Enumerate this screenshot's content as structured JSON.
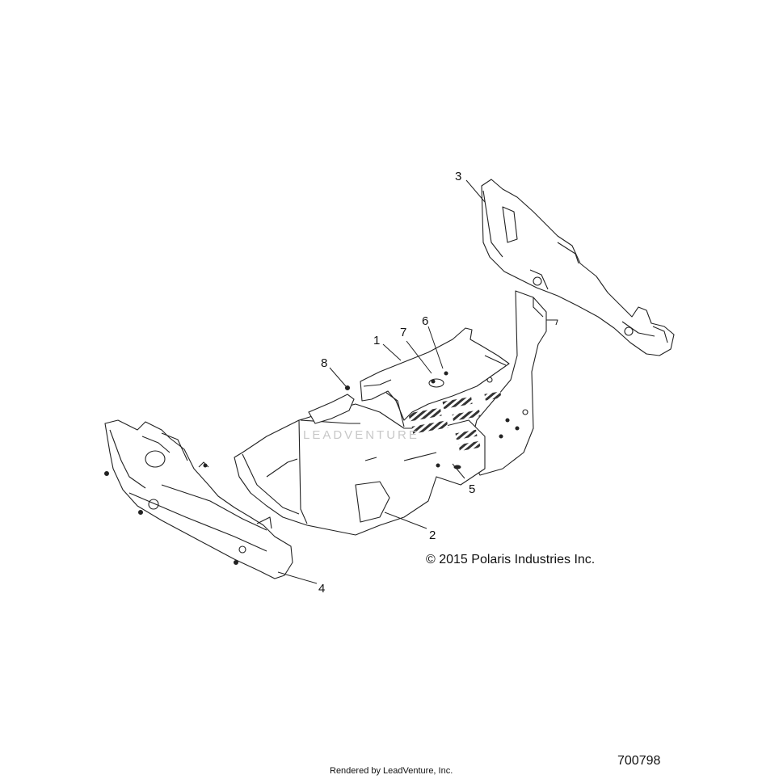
{
  "callouts": [
    "1",
    "2",
    "3",
    "4",
    "5",
    "6",
    "7",
    "8"
  ],
  "copyright": "© 2015 Polaris Industries Inc.",
  "diagram_id": "700798",
  "rendered_by": "Rendered by LeadVenture, Inc.",
  "watermark": "LEADVENTURE",
  "colors": {
    "line": "#222222",
    "fill": "#ffffff",
    "hatch": "#333333"
  }
}
